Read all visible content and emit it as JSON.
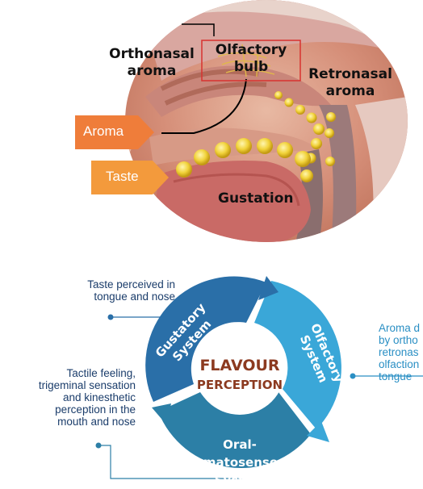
{
  "anatomy": {
    "labels": {
      "orthonasal": "Orthonasal\naroma",
      "olfactory_bulb": "Olfactory\nbulb",
      "retronasal": "Retronasal\naroma",
      "gustation": "Gustation"
    },
    "tags": {
      "aroma": "Aroma",
      "taste": "Taste"
    }
  },
  "flavour_diagram": {
    "center_line1": "FLAVOUR",
    "center_line2": "PERCEPTION",
    "segments": {
      "gustatory": "Gustatory\nSystem",
      "olfactory": "Olfactory System",
      "oral": "Oral-somatosensory\nSystem"
    },
    "notes": {
      "taste": "Taste perceived in\ntongue and nose",
      "tactile": "Tactile feeling,\ntrigeminal sensation\nand kinesthetic\nperception in the\nmouth and nose",
      "aroma": "Aroma d\nby ortho\nretronas\nolfaction\ntongue"
    }
  },
  "colors": {
    "tag_orange": "#ef7d3a",
    "tag_orange_light": "#f39a3c",
    "ring_gustatory": "#2a6fa8",
    "ring_olfactory": "#3aa7d8",
    "ring_oral": "#2c7fa6",
    "center_text": "#8c3a20"
  }
}
